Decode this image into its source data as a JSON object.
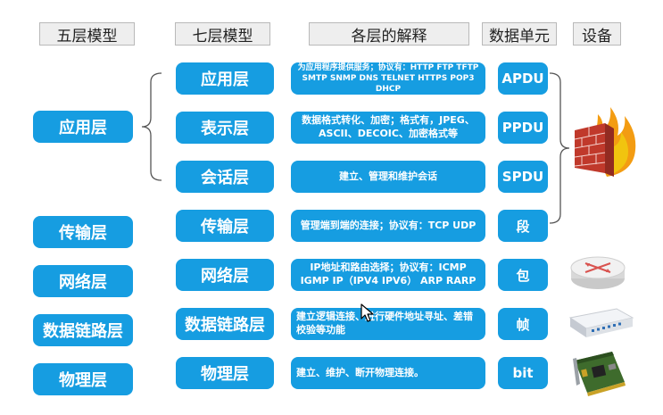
{
  "headers": {
    "five_layer": "五层模型",
    "seven_layer": "七层模型",
    "explanation": "各层的解释",
    "data_unit": "数据单元",
    "device": "设备"
  },
  "five_layers": [
    "应用层",
    "传输层",
    "网络层",
    "数据链路层",
    "物理层"
  ],
  "seven_layers": [
    {
      "name": "应用层",
      "desc": "为应用程序提供服务；协议有：HTTP FTP TFTP SMTP SNMP DNS TELNET HTTPS POP3 DHCP",
      "unit": "APDU"
    },
    {
      "name": "表示层",
      "desc": "数据格式转化、加密；格式有，JPEG、ASCII、DECOIC、加密格式等",
      "unit": "PPDU"
    },
    {
      "name": "会话层",
      "desc": "建立、管理和维护会话",
      "unit": "SPDU"
    },
    {
      "name": "传输层",
      "desc": "管理端到端的连接；协议有：TCP UDP",
      "unit": "段"
    },
    {
      "name": "网络层",
      "desc": "IP地址和路由选择；协议有：ICMP IGMP IP（IPV4 IPV6） ARP RARP",
      "unit": "包"
    },
    {
      "name": "数据链路层",
      "desc": "建立逻辑连接、进行硬件地址寻址、差错校验等功能",
      "unit": "帧"
    },
    {
      "name": "物理层",
      "desc": "建立、维护、断开物理连接。",
      "unit": "bit"
    }
  ],
  "devices": [
    "firewall-icon",
    "router-icon",
    "switch-icon",
    "network-card-icon"
  ],
  "colors": {
    "accent": "#169de1",
    "header_bg": "#eeeeee"
  }
}
